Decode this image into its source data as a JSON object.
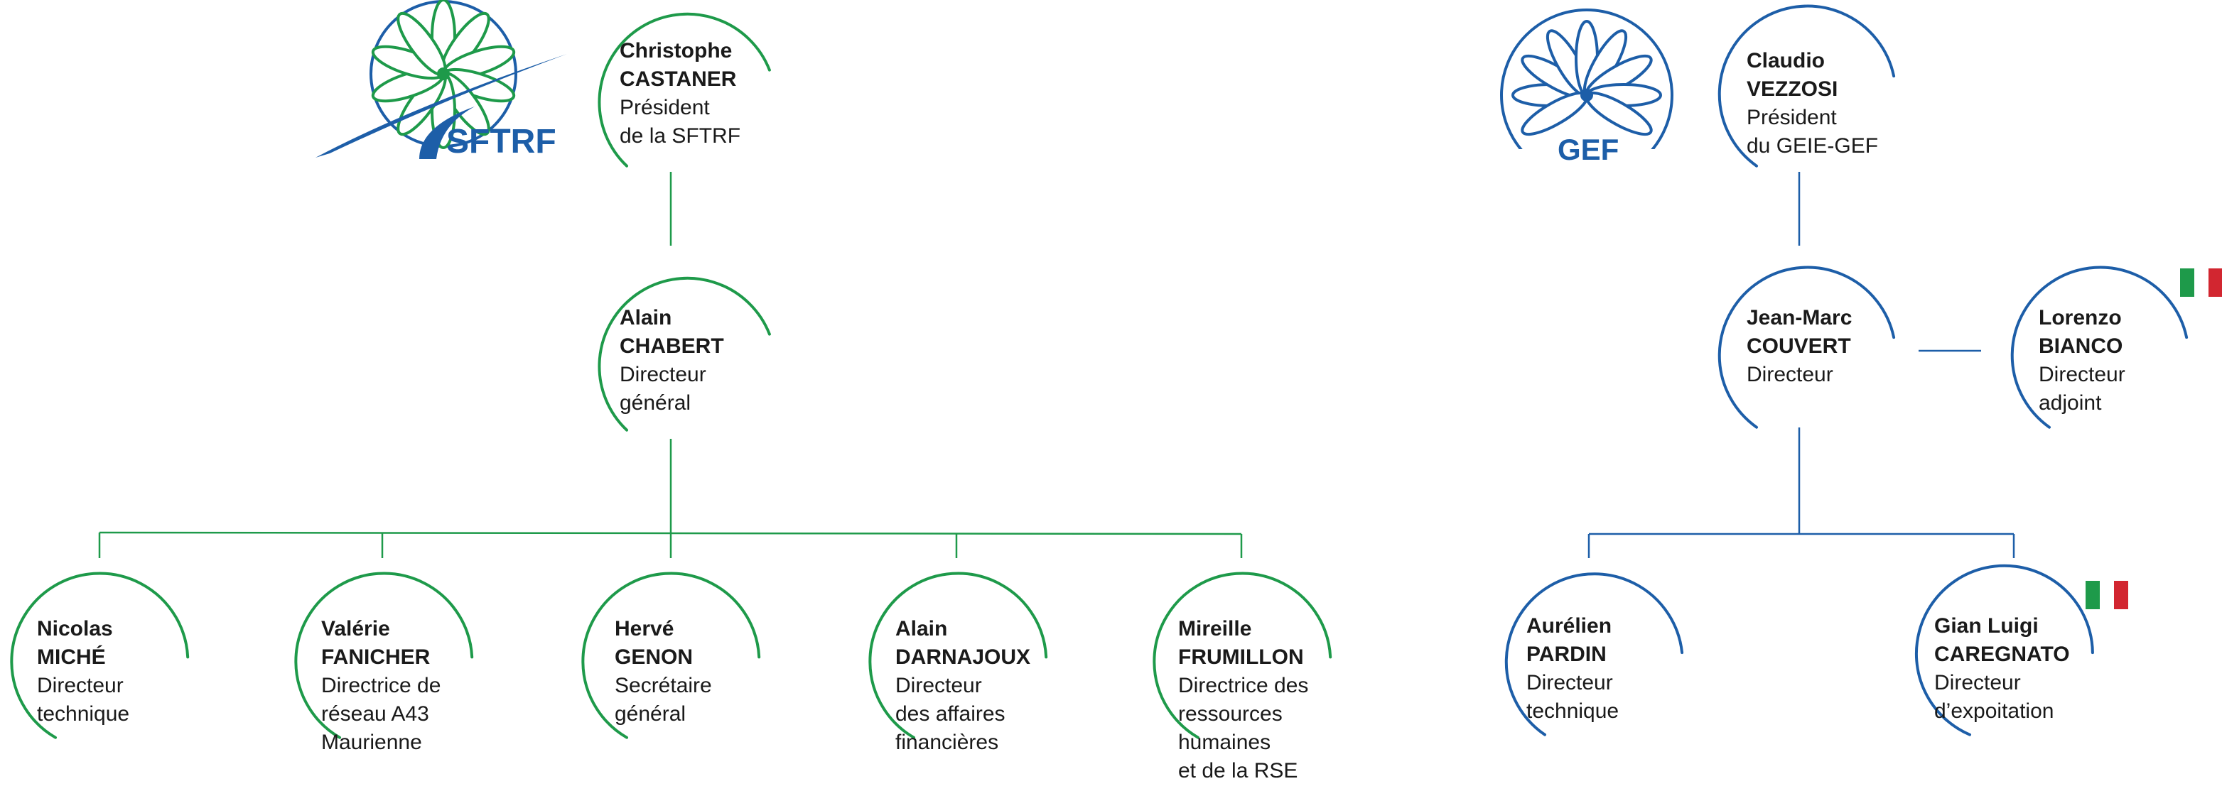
{
  "colors": {
    "sftrf": "#1e9a4a",
    "gef": "#1d5ea8",
    "italy_green": "#1e9a4a",
    "italy_red": "#d22630"
  },
  "logos": {
    "sftrf": {
      "text": "SFTRF",
      "icon": "sftrf-flower-logo"
    },
    "gef": {
      "text": "GEF",
      "icon": "gef-flower-logo"
    }
  },
  "sftrf": {
    "president": {
      "name": [
        "Christophe",
        "CASTANER"
      ],
      "title": [
        "Président",
        "de la SFTRF"
      ]
    },
    "director": {
      "name": [
        "Alain",
        "CHABERT"
      ],
      "title": [
        "Directeur",
        "général"
      ]
    },
    "staff": [
      {
        "name": [
          "Nicolas",
          "MICHÉ"
        ],
        "title": [
          "Directeur",
          "technique"
        ]
      },
      {
        "name": [
          "Valérie",
          "FANICHER"
        ],
        "title": [
          "Directrice de",
          "réseau A43",
          "Maurienne"
        ]
      },
      {
        "name": [
          "Hervé",
          "GENON"
        ],
        "title": [
          "Secrétaire",
          "général"
        ]
      },
      {
        "name": [
          "Alain",
          "DARNAJOUX"
        ],
        "title": [
          "Directeur",
          "des affaires",
          "financières"
        ]
      },
      {
        "name": [
          "Mireille",
          "FRUMILLON"
        ],
        "title": [
          "Directrice des",
          "ressources",
          "humaines",
          "et de la RSE"
        ]
      }
    ]
  },
  "gef": {
    "president": {
      "name": [
        "Claudio",
        "VEZZOSI"
      ],
      "title": [
        "Président",
        "du GEIE-GEF"
      ]
    },
    "director": {
      "name": [
        "Jean-Marc",
        "COUVERT"
      ],
      "title": [
        "Directeur"
      ]
    },
    "deputy": {
      "name": [
        "Lorenzo",
        "BIANCO"
      ],
      "title": [
        "Directeur",
        "adjoint"
      ],
      "flag": "italy-flag"
    },
    "staff": [
      {
        "name": [
          "Aurélien",
          "PARDIN"
        ],
        "title": [
          "Directeur",
          "technique"
        ]
      },
      {
        "name": [
          "Gian Luigi",
          "CAREGNATO"
        ],
        "title": [
          "Directeur",
          "d’expoitation"
        ],
        "flag": "italy-flag"
      }
    ]
  }
}
